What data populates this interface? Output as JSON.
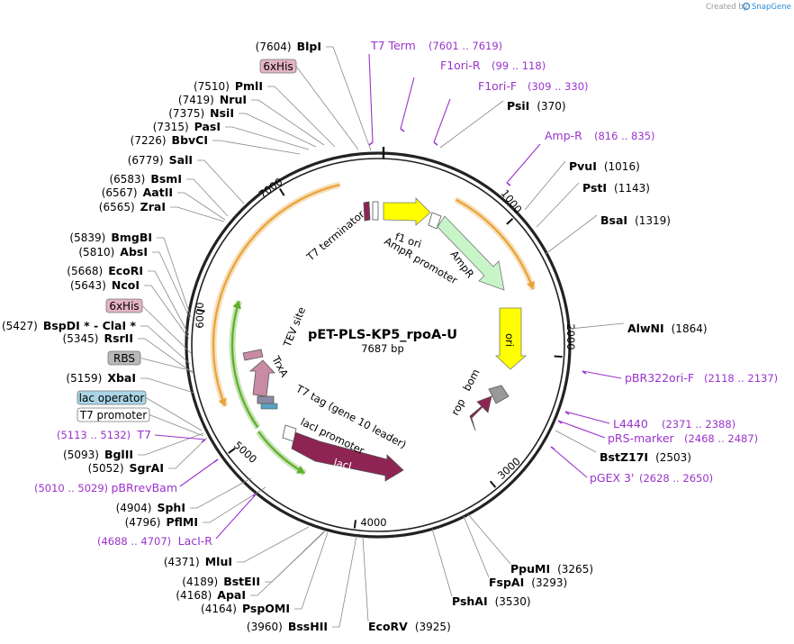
{
  "credit": {
    "created_by": "Created by",
    "brand": "SnapGene"
  },
  "plasmid": {
    "name": "pET-PLS-KP5_rpoA-U",
    "size_label": "7687 bp",
    "length": 7687
  },
  "ticks": [
    1000,
    2000,
    3000,
    4000,
    5000,
    6000,
    7000
  ],
  "tick_labels": [
    "1000",
    "2000",
    "3000",
    "4000",
    "5000",
    "6000",
    "7000"
  ],
  "colors": {
    "primer": "#9a33cc",
    "orange_arc": "#e8a339",
    "green_arc": "#5fae2a",
    "lacI": "#8e2453",
    "f1ori": "#ffff00",
    "ampR": "#c8f5c8",
    "ori": "#ffff00",
    "rop": "#8e2453",
    "bom": "#999999",
    "his_badge": "#e3b3c5",
    "rbs_badge": "#b8b8b8",
    "lacop_badge": "#a9d5e6"
  },
  "sites": [
    {
      "name": "BlpI",
      "pos": "(7604)",
      "side": "L"
    },
    {
      "name": "PmlI",
      "pos": "(7510)",
      "side": "L"
    },
    {
      "name": "NruI",
      "pos": "(7419)",
      "side": "L"
    },
    {
      "name": "NsiI",
      "pos": "(7375)",
      "side": "L"
    },
    {
      "name": "PasI",
      "pos": "(7315)",
      "side": "L"
    },
    {
      "name": "BbvCI",
      "pos": "(7226)",
      "side": "L"
    },
    {
      "name": "SalI",
      "pos": "(6779)",
      "side": "L"
    },
    {
      "name": "BsmI",
      "pos": "(6583)",
      "side": "L"
    },
    {
      "name": "AatII",
      "pos": "(6567)",
      "side": "L"
    },
    {
      "name": "ZraI",
      "pos": "(6565)",
      "side": "L"
    },
    {
      "name": "BmgBI",
      "pos": "(5839)",
      "side": "L"
    },
    {
      "name": "AbsI",
      "pos": "(5810)",
      "side": "L"
    },
    {
      "name": "EcoRI",
      "pos": "(5668)",
      "side": "L"
    },
    {
      "name": "NcoI",
      "pos": "(5643)",
      "side": "L"
    },
    {
      "name": "BspDI * - ClaI *",
      "pos": "(5427)",
      "side": "L"
    },
    {
      "name": "RsrII",
      "pos": "(5345)",
      "side": "L"
    },
    {
      "name": "XbaI",
      "pos": "(5159)",
      "side": "L"
    },
    {
      "name": "BglII",
      "pos": "(5093)",
      "side": "L"
    },
    {
      "name": "SgrAI",
      "pos": "(5052)",
      "side": "L"
    },
    {
      "name": "SphI",
      "pos": "(4904)",
      "side": "L"
    },
    {
      "name": "PflMI",
      "pos": "(4796)",
      "side": "L"
    },
    {
      "name": "MluI",
      "pos": "(4371)",
      "side": "L"
    },
    {
      "name": "BstEII",
      "pos": "(4189)",
      "side": "L"
    },
    {
      "name": "ApaI",
      "pos": "(4168)",
      "side": "L"
    },
    {
      "name": "PspOMI",
      "pos": "(4164)",
      "side": "L"
    },
    {
      "name": "BssHII",
      "pos": "(3960)",
      "side": "L"
    },
    {
      "name": "EcoRV",
      "pos": "(3925)",
      "side": "R"
    },
    {
      "name": "PshAI",
      "pos": "(3530)",
      "side": "R"
    },
    {
      "name": "FspAI",
      "pos": "(3293)",
      "side": "R"
    },
    {
      "name": "PpuMI",
      "pos": "(3265)",
      "side": "R"
    },
    {
      "name": "BstZ17I",
      "pos": "(2503)",
      "side": "R"
    },
    {
      "name": "AlwNI",
      "pos": "(1864)",
      "side": "R"
    },
    {
      "name": "BsaI",
      "pos": "(1319)",
      "side": "R"
    },
    {
      "name": "PstI",
      "pos": "(1143)",
      "side": "R"
    },
    {
      "name": "PvuI",
      "pos": "(1016)",
      "side": "R"
    },
    {
      "name": "PsiI",
      "pos": "(370)",
      "side": "R"
    }
  ],
  "primers": [
    {
      "name": "T7 Term",
      "pos": "(7601 .. 7619)"
    },
    {
      "name": "F1ori-R",
      "pos": "(99 .. 118)"
    },
    {
      "name": "F1ori-F",
      "pos": "(309 .. 330)"
    },
    {
      "name": "Amp-R",
      "pos": "(816 .. 835)"
    },
    {
      "name": "pBR322ori-F",
      "pos": "(2118 .. 2137)"
    },
    {
      "name": "L4440",
      "pos": "(2371 .. 2388)"
    },
    {
      "name": "pRS-marker",
      "pos": "(2468 .. 2487)"
    },
    {
      "name": "pGEX 3'",
      "pos": "(2628 .. 2650)"
    },
    {
      "name": "T7",
      "pos": "(5113 .. 5132)"
    },
    {
      "name": "pBRrevBam",
      "pos": "(5010 .. 5029)"
    },
    {
      "name": "LacI-R",
      "pos": "(4688 .. 4707)"
    }
  ],
  "badges": [
    {
      "label": "6xHis"
    },
    {
      "label": "6xHis"
    },
    {
      "label": "RBS"
    },
    {
      "label": "lac operator"
    },
    {
      "label": "T7 promoter"
    }
  ],
  "features": {
    "t7_terminator": "T7 terminator",
    "f1_ori": "f1 ori",
    "ampr_promoter": "AmpR promoter",
    "ampr": "AmpR",
    "ori": "ori",
    "bom": "bom",
    "rop": "rop",
    "laci": "lacI",
    "laci_promoter": "lacI promoter",
    "t7_tag": "T7 tag (gene 10 leader)",
    "trxa": "TrxA",
    "tev_site": "TEV site"
  }
}
